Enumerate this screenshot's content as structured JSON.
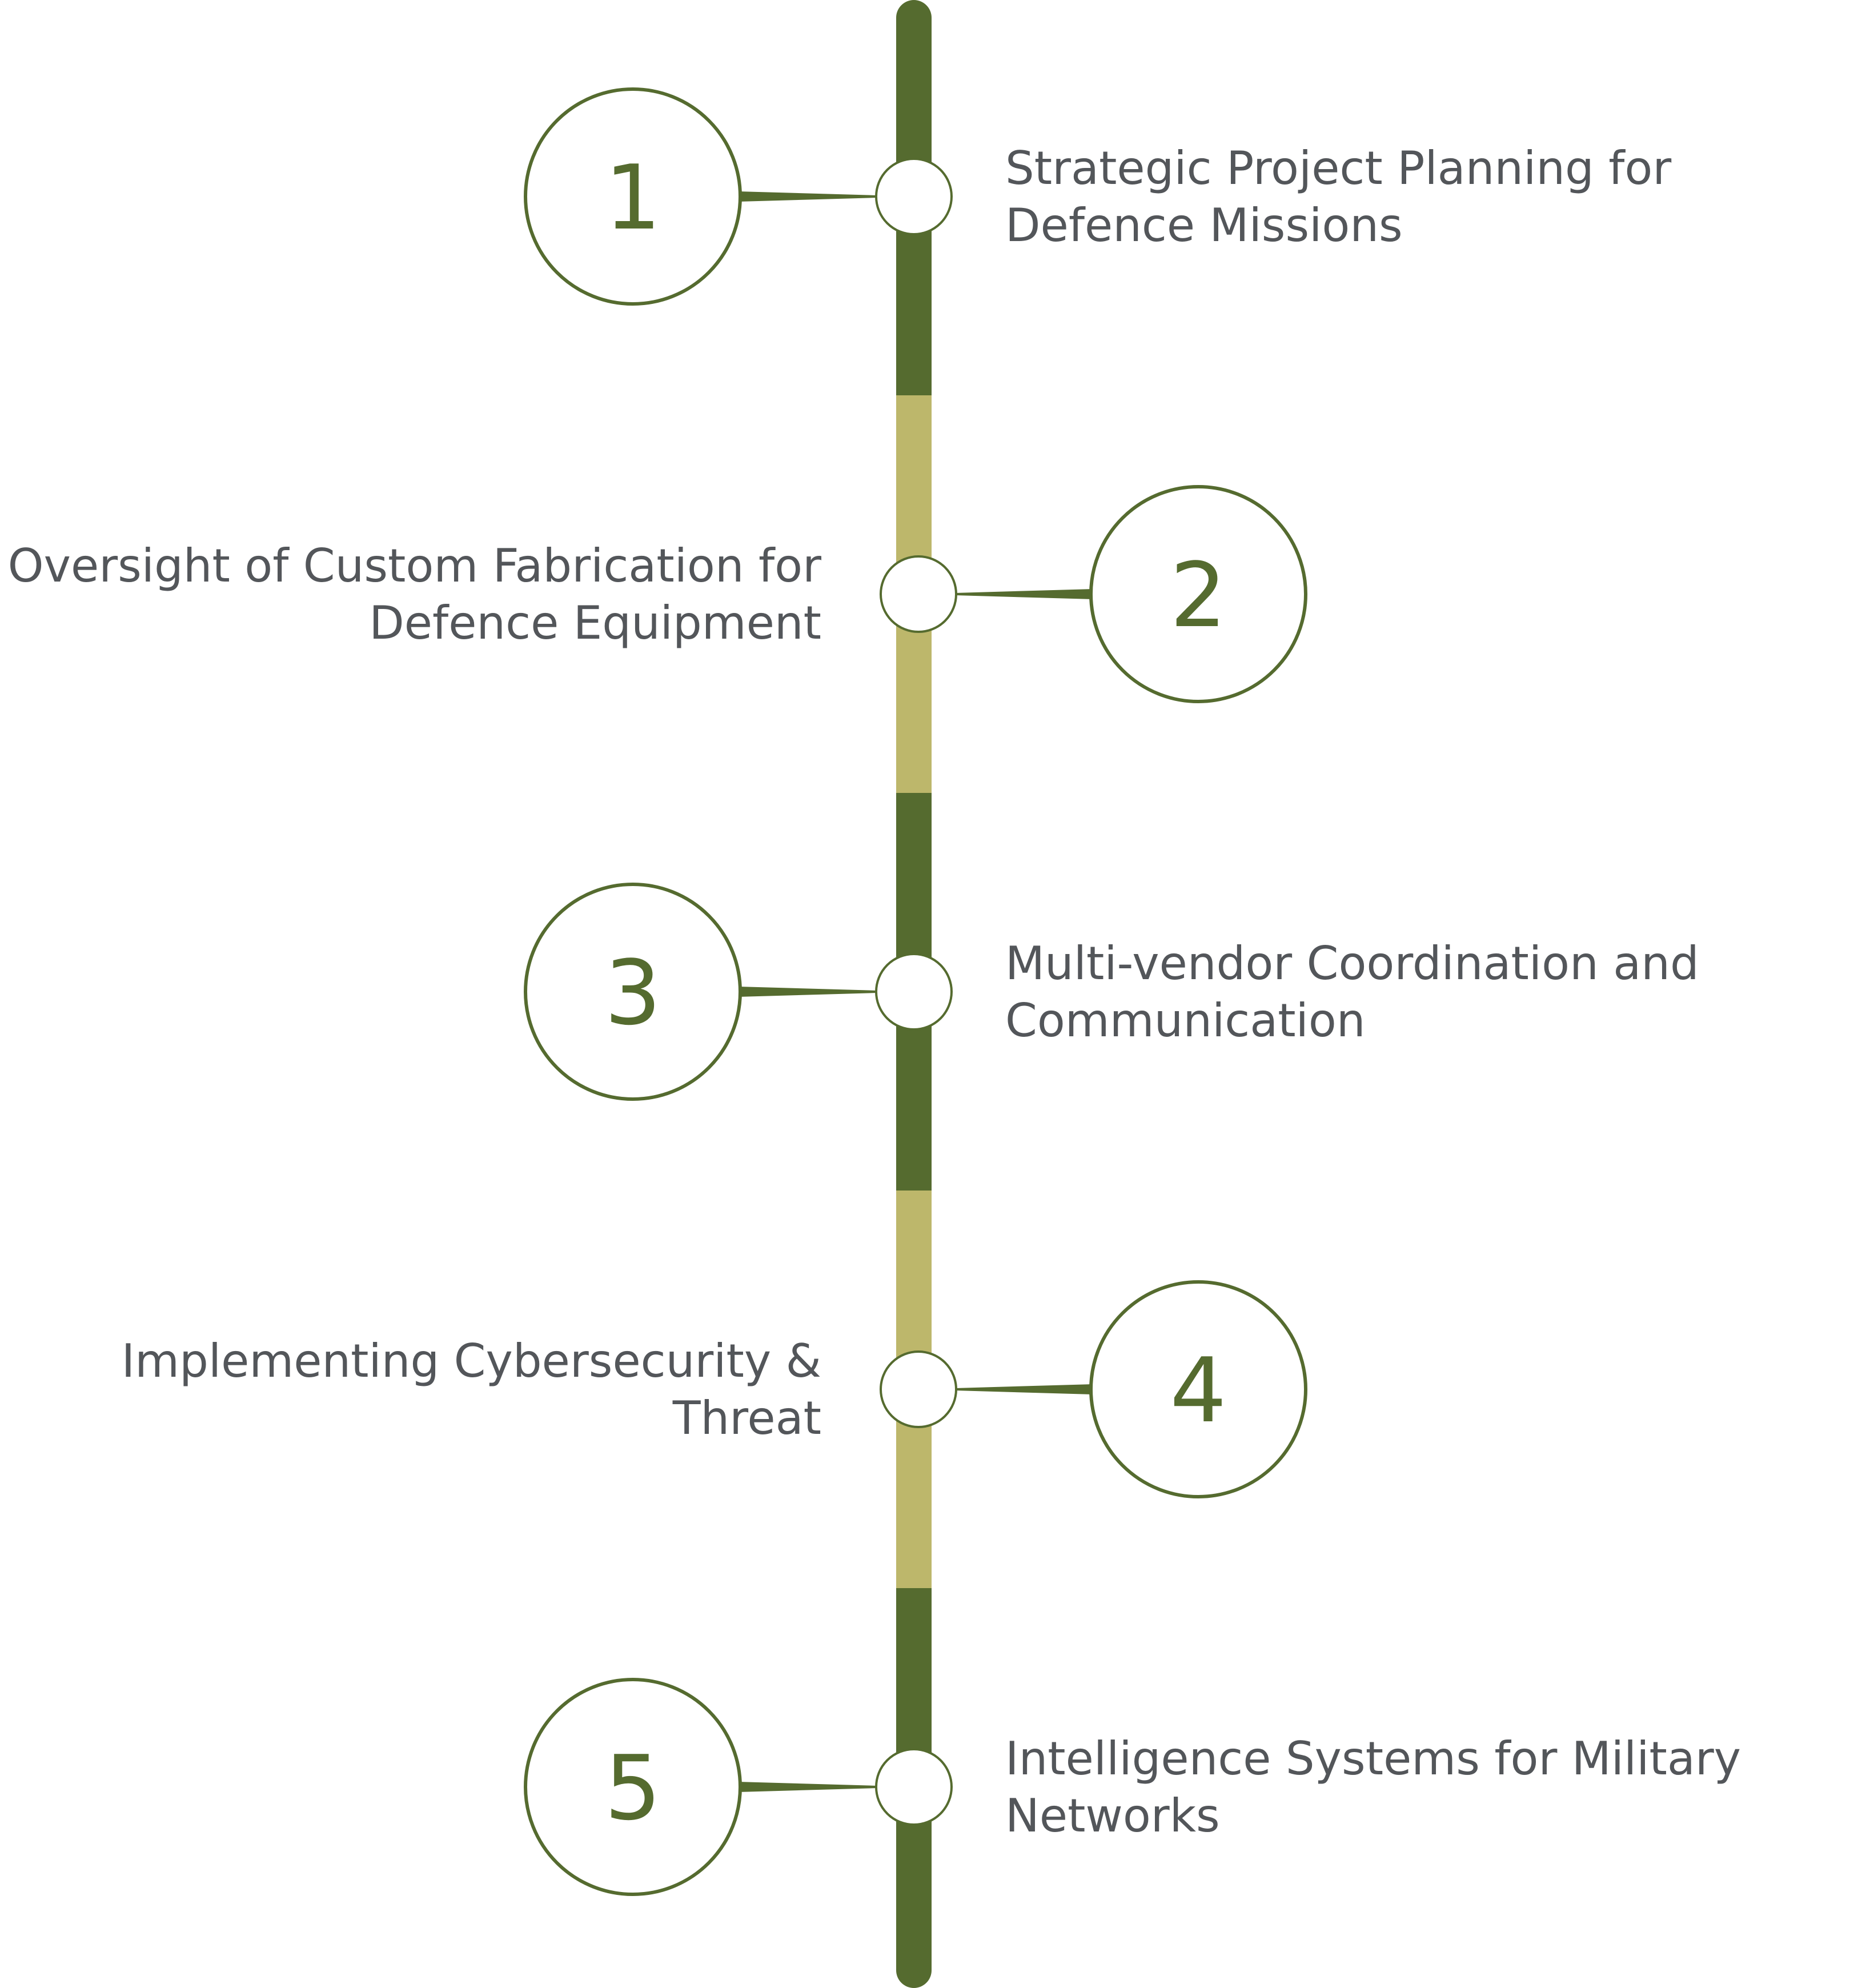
{
  "colors": {
    "dark_green": "#556b2f",
    "light_olive": "#bdb76b",
    "text_gray": "#53565a",
    "node_fill": "#ffffff",
    "background": "#ffffff"
  },
  "steps": [
    {
      "number": "1",
      "side": "left",
      "line1": "Strategic Project Planning for",
      "line2": "Defence Missions"
    },
    {
      "number": "2",
      "side": "right",
      "line1": "Oversight of Custom Fabrication for",
      "line2": "Defence Equipment"
    },
    {
      "number": "3",
      "side": "left",
      "line1": "Multi-vendor Coordination and",
      "line2": "Communication"
    },
    {
      "number": "4",
      "side": "right",
      "line1": "Implementing Cybersecurity &",
      "line2": "Threat"
    },
    {
      "number": "5",
      "side": "left",
      "line1": "Intelligence Systems for Military",
      "line2": "Networks"
    }
  ]
}
